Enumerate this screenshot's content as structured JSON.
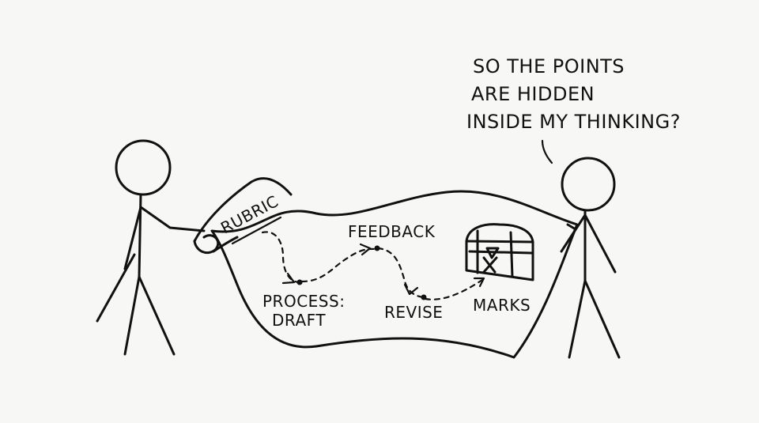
{
  "speech": {
    "line1": "SO THE POINTS",
    "line2": "ARE HIDDEN",
    "line3": "INSIDE MY THINKING?"
  },
  "map": {
    "scroll_label": "RUBRIC",
    "steps": {
      "process_line1": "PROCESS:",
      "process_line2": "DRAFT",
      "feedback": "FEEDBACK",
      "revise": "REVISE",
      "marks": "MARKS"
    }
  }
}
